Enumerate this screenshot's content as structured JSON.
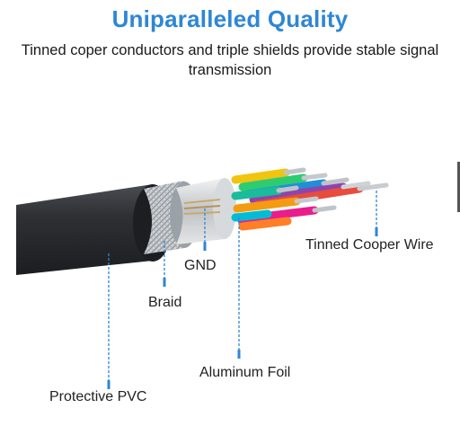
{
  "header": {
    "title": "Uniparalleled Quality",
    "subtitle": "Tinned coper conductors and triple shields provide stable signal transmission"
  },
  "labels": {
    "tinned_wire": "Tinned Cooper Wire",
    "gnd": "GND",
    "braid": "Braid",
    "aluminum_foil": "Aluminum Foil",
    "protective_pvc": "Protective PVC"
  },
  "colors": {
    "accent": "#2e86d6",
    "title": "#2e86d6",
    "jacket": "#2b2d30",
    "wire_colors": [
      "#f39c12",
      "#1e8fd8",
      "#8e44ad",
      "#e91e8c",
      "#2ecc71",
      "#1abc9c",
      "#e74c3c",
      "#f1c40f"
    ]
  }
}
